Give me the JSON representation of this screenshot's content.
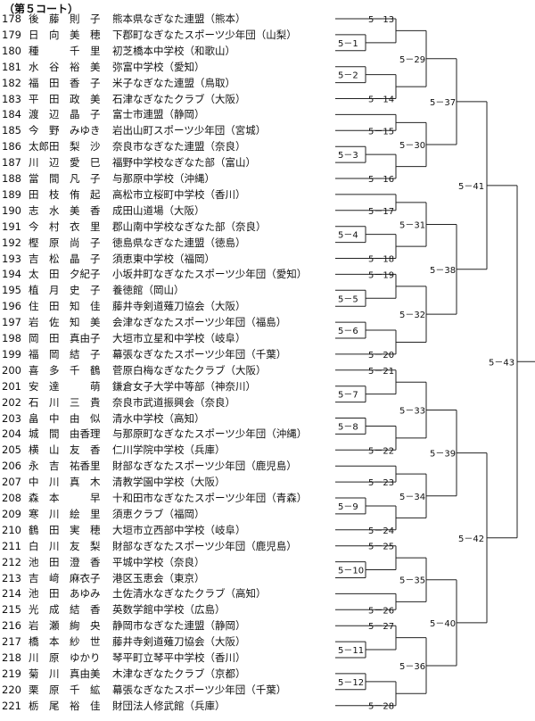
{
  "header": "（第５コート）",
  "players": [
    {
      "num": "178",
      "name": "後　藤　則　子",
      "team": "熊本県なぎなた連盟（熊本）"
    },
    {
      "num": "179",
      "name": "日　向　美　穂",
      "team": "下郡町なぎなたスポーツ少年団（山梨）"
    },
    {
      "num": "180",
      "name": "種　　　千　里",
      "team": "初芝橋本中学校（和歌山）"
    },
    {
      "num": "181",
      "name": "水　谷　裕　美",
      "team": "弥富中学校（愛知）"
    },
    {
      "num": "182",
      "name": "福　田　香　子",
      "team": "米子なぎなた連盟（鳥取）"
    },
    {
      "num": "183",
      "name": "平　田　政　美",
      "team": "石津なぎなたクラブ（大阪）"
    },
    {
      "num": "184",
      "name": "渡　辺　晶　子",
      "team": "富士市連盟（静岡）"
    },
    {
      "num": "185",
      "name": "今　野　みゆき",
      "team": "岩出山町スポーツ少年団（宮城）"
    },
    {
      "num": "186",
      "name": "太郎田　梨　沙",
      "team": "奈良市なぎなた連盟（奈良）"
    },
    {
      "num": "187",
      "name": "川　辺　愛　巳",
      "team": "福野中学校なぎなた部（富山）"
    },
    {
      "num": "188",
      "name": "當　間　凡　子",
      "team": "与那原中学校（沖縄）"
    },
    {
      "num": "189",
      "name": "田　枝　侑　起",
      "team": "高松市立桜町中学校（香川）"
    },
    {
      "num": "190",
      "name": "志　水　美　香",
      "team": "成田山道場（大阪）"
    },
    {
      "num": "191",
      "name": "今　村　衣　里",
      "team": "郡山南中学校なぎなた部（奈良）"
    },
    {
      "num": "192",
      "name": "樫　原　尚　子",
      "team": "徳島県なぎなた連盟（徳島）"
    },
    {
      "num": "193",
      "name": "吉　松　晶　子",
      "team": "須恵東中学校（福岡）"
    },
    {
      "num": "194",
      "name": "太　田　夕紀子",
      "team": "小坂井町なぎなたスポーツ少年団（愛知）"
    },
    {
      "num": "195",
      "name": "植　月　史　子",
      "team": "養徳館（岡山）"
    },
    {
      "num": "196",
      "name": "住　田　知　佳",
      "team": "藤井寺剣道薙刀協会（大阪）"
    },
    {
      "num": "197",
      "name": "岩　佐　知　美",
      "team": "会津なぎなたスポーツ少年団（福島）"
    },
    {
      "num": "198",
      "name": "岡　田　真由子",
      "team": "大垣市立星和中学校（岐阜）"
    },
    {
      "num": "199",
      "name": "福　岡　結　子",
      "team": "幕張なぎなたスポーツ少年団（千葉）"
    },
    {
      "num": "200",
      "name": "喜　多　千　鶴",
      "team": "菅原白梅なぎなたクラブ（大阪）"
    },
    {
      "num": "201",
      "name": "安　達　　　萌",
      "team": "鎌倉女子大学中等部（神奈川）"
    },
    {
      "num": "202",
      "name": "石　川　三　貴",
      "team": "奈良市武道振興会（奈良）"
    },
    {
      "num": "203",
      "name": "畠　中　由　似",
      "team": "清水中学校（高知）"
    },
    {
      "num": "204",
      "name": "城　間　由香理",
      "team": "与那原町なぎなたスポーツ少年団（沖縄）"
    },
    {
      "num": "205",
      "name": "横　山　友　香",
      "team": "仁川学院中学校（兵庫）"
    },
    {
      "num": "206",
      "name": "永　吉　祐香里",
      "team": "財部なぎなたスポーツ少年団（鹿児島）"
    },
    {
      "num": "207",
      "name": "中　川　真　木",
      "team": "清教学園中学校（大阪）"
    },
    {
      "num": "208",
      "name": "森　本　　　早",
      "team": "十和田市なぎなたスポーツ少年団（青森）"
    },
    {
      "num": "209",
      "name": "寒　川　絵　里",
      "team": "須恵クラブ（福岡）"
    },
    {
      "num": "210",
      "name": "鶴　田　実　穂",
      "team": "大垣市立西部中学校（岐阜）"
    },
    {
      "num": "211",
      "name": "白　川　友　梨",
      "team": "財部なぎなたスポーツ少年団（鹿児島）"
    },
    {
      "num": "212",
      "name": "池　田　澄　香",
      "team": "平城中学校（奈良）"
    },
    {
      "num": "213",
      "name": "吉　﨑　麻衣子",
      "team": "港区玉恵会（東京）"
    },
    {
      "num": "214",
      "name": "池　田　あゆみ",
      "team": "土佐清水なぎなたクラブ（高知）"
    },
    {
      "num": "215",
      "name": "光　成　結　香",
      "team": "英数学館中学校（広島）"
    },
    {
      "num": "216",
      "name": "岩　瀬　絢　央",
      "team": "静岡市なぎなた連盟（静岡）"
    },
    {
      "num": "217",
      "name": "橋　本　紗　世",
      "team": "藤井寺剣道薙刀協会（大阪）"
    },
    {
      "num": "218",
      "name": "川　原　ゆかり",
      "team": "琴平町立琴平中学校（香川）"
    },
    {
      "num": "219",
      "name": "菊　川　真由美",
      "team": "木津なぎなたクラブ（京都）"
    },
    {
      "num": "220",
      "name": "栗　原　千　絋",
      "team": "幕張なぎなたスポーツ少年団（千葉）"
    },
    {
      "num": "221",
      "name": "栃　尾　裕　佳",
      "team": "財団法人修武館（兵庫）"
    }
  ],
  "matches": {
    "m1": "5－1",
    "m2": "5－2",
    "m3": "5－3",
    "m4": "5－4",
    "m5": "5－5",
    "m6": "5－6",
    "m7": "5－7",
    "m8": "5－8",
    "m9": "5－9",
    "m10": "5－10",
    "m11": "5－11",
    "m12": "5－12",
    "m13": "5－13",
    "m14": "5－14",
    "m15": "5－15",
    "m16": "5－16",
    "m17": "5－17",
    "m18": "5－18",
    "m19": "5－19",
    "m20": "5－20",
    "m21": "5－21",
    "m22": "5－22",
    "m23": "5－23",
    "m24": "5－24",
    "m25": "5－25",
    "m26": "5－26",
    "m27": "5－27",
    "m28": "5－28",
    "m29": "5－29",
    "m30": "5－30",
    "m31": "5－31",
    "m32": "5－32",
    "m33": "5－33",
    "m34": "5－34",
    "m35": "5－35",
    "m36": "5－36",
    "m37": "5－37",
    "m38": "5－38",
    "m39": "5－39",
    "m40": "5－40",
    "m41": "5－41",
    "m42": "5－42",
    "m43": "5－43"
  }
}
